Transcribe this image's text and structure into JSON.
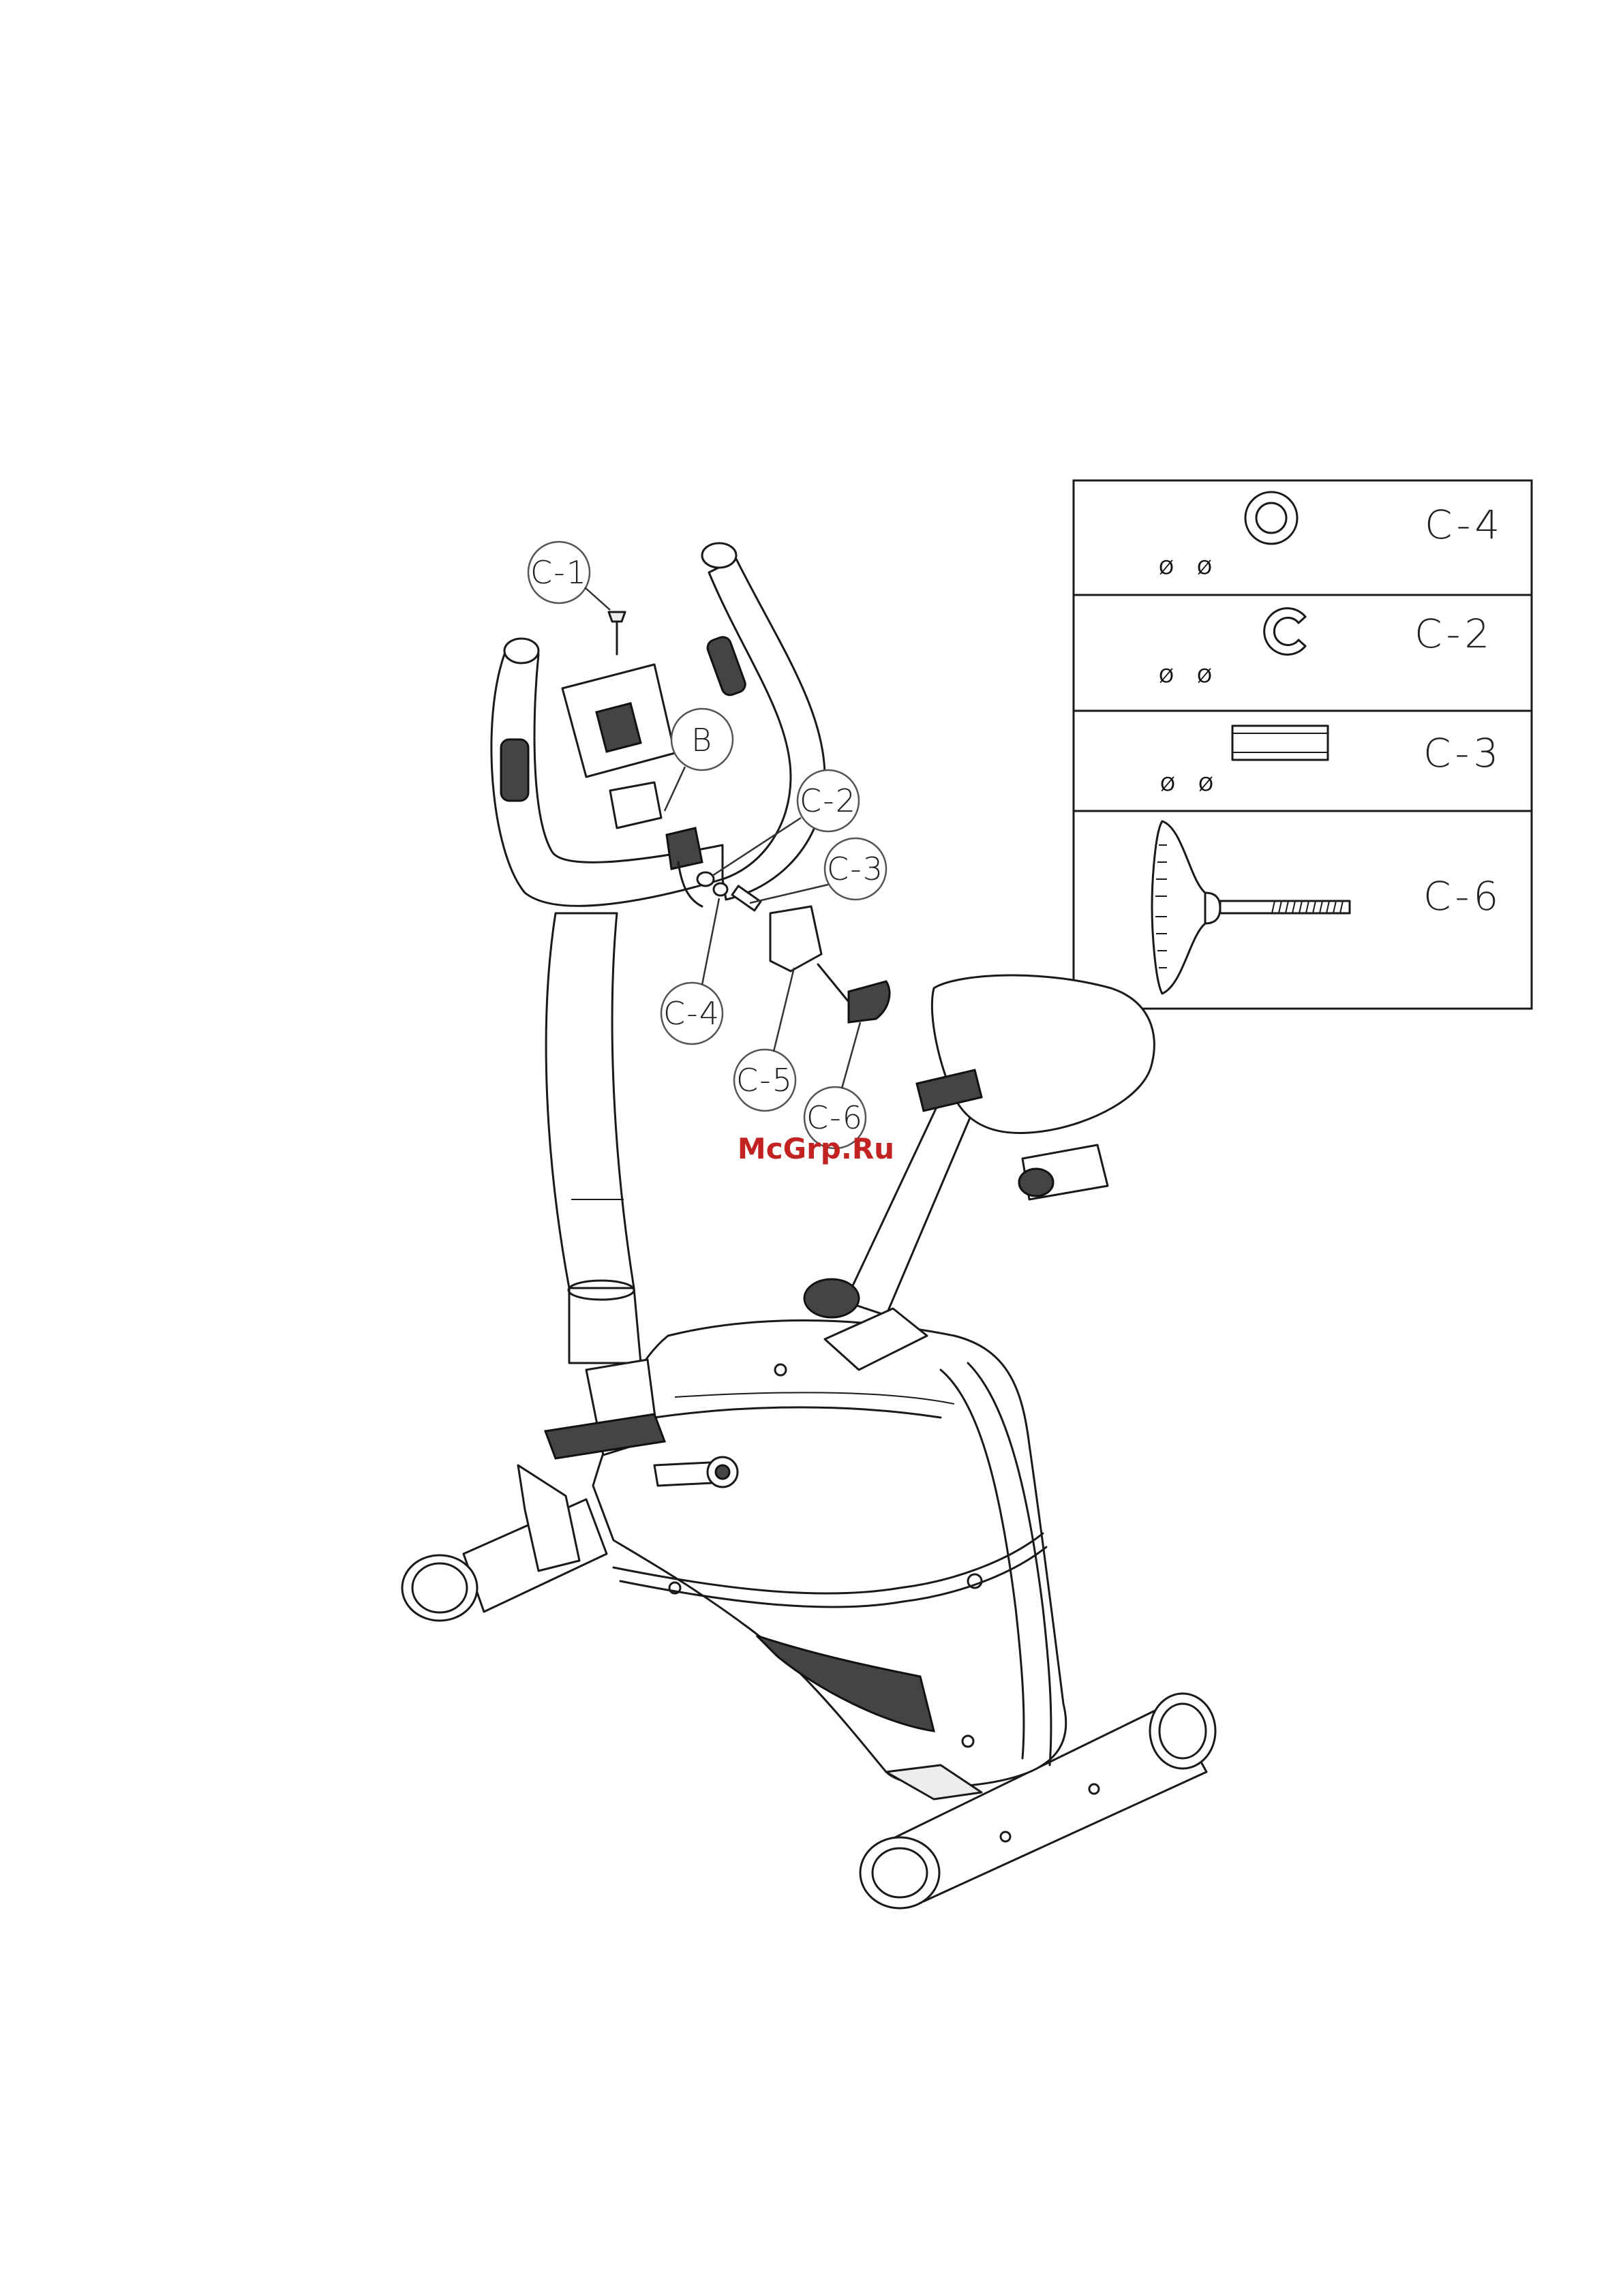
{
  "callouts": {
    "c1": "C-1",
    "b": "B",
    "c2": "C-2",
    "c3": "C-3",
    "c4": "C-4",
    "c5": "C-5",
    "c6": "C-6"
  },
  "parts_table": {
    "rows": [
      {
        "label": "C-4",
        "dim1": "Ø",
        "dim2": "Ø",
        "icon": "flat-washer-icon"
      },
      {
        "label": "C-2",
        "dim1": "Ø",
        "dim2": "Ø",
        "icon": "split-washer-icon"
      },
      {
        "label": "C-3",
        "dim1": "Ø",
        "dim2": "Ø",
        "icon": "spacer-icon"
      },
      {
        "label": "C-6",
        "icon": "knob-bolt-icon"
      }
    ]
  },
  "watermark": "McGrp.Ru",
  "colors": {
    "line": "#1a1a1a",
    "watermark": "#c22222",
    "background": "#ffffff"
  }
}
